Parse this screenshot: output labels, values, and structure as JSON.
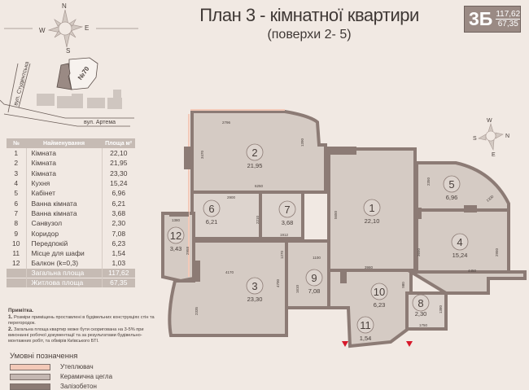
{
  "header": {
    "title": "План 3 - кімнатної квартири",
    "subtitle": "(поверхи 2- 5)"
  },
  "badge": {
    "code": "3Б",
    "total_area": "117,62",
    "living_area": "67,35",
    "color": "#9a8a84"
  },
  "compass_main": {
    "n": "N",
    "s": "S",
    "w": "W",
    "e": "E"
  },
  "compass_plan": {
    "w": "W",
    "n": "N",
    "s": "S",
    "e": "E"
  },
  "site_map": {
    "building": "№70",
    "street_1": "вул. Студентська",
    "street_2": "вул. Артема"
  },
  "table": {
    "headers": [
      "№",
      "Найменування",
      "Площа м²"
    ],
    "rows": [
      {
        "n": "1",
        "name": "Кімната",
        "area": "22,10"
      },
      {
        "n": "2",
        "name": "Кімната",
        "area": "21,95"
      },
      {
        "n": "3",
        "name": "Кімната",
        "area": "23,30"
      },
      {
        "n": "4",
        "name": "Кухня",
        "area": "15,24"
      },
      {
        "n": "5",
        "name": "Кабінет",
        "area": "6,96"
      },
      {
        "n": "6",
        "name": "Ванна кімната",
        "area": "6,21"
      },
      {
        "n": "7",
        "name": "Ванна кімната",
        "area": "3,68"
      },
      {
        "n": "8",
        "name": "Санвузол",
        "area": "2,30"
      },
      {
        "n": "9",
        "name": "Коридор",
        "area": "7,08"
      },
      {
        "n": "10",
        "name": "Передпокій",
        "area": "6,23"
      },
      {
        "n": "11",
        "name": "Місце для шафи",
        "area": "1,54"
      },
      {
        "n": "12",
        "name": "Балкон (k=0,3)",
        "area": "1,03"
      }
    ],
    "total": {
      "label": "Загальна площа",
      "value": "117,62"
    },
    "living": {
      "label": "Житлова площа",
      "value": "67,35"
    }
  },
  "notes": {
    "title": "Примітка.",
    "items": [
      {
        "num": "1.",
        "text": "Розміри приміщень проставлені в будівельних конструкціях стін та перегородок."
      },
      {
        "num": "2.",
        "text": "Загальна площа квартир може бути скоригована на 3-5% при виконанні робочої документації та за результатами будівельно-монтажних робіт, та обмірів Київського БТІ."
      }
    ]
  },
  "legend": {
    "title": "Умовні позначення",
    "items": [
      {
        "label": "Утеплювач",
        "color": "#f3c9b8"
      },
      {
        "label": "Керамична цегла",
        "color": "#c4b7b2"
      },
      {
        "label": "Залізобетон",
        "color": "#8c7b75"
      }
    ]
  },
  "plan": {
    "rooms": [
      {
        "n": "1",
        "area": "22,10"
      },
      {
        "n": "2",
        "area": "21,95"
      },
      {
        "n": "3",
        "area": "23,30"
      },
      {
        "n": "4",
        "area": "15,24"
      },
      {
        "n": "5",
        "area": "6,96"
      },
      {
        "n": "6",
        "area": "6,21"
      },
      {
        "n": "7",
        "area": "3,68"
      },
      {
        "n": "8",
        "area": "2,30"
      },
      {
        "n": "9",
        "area": "7,08"
      },
      {
        "n": "10",
        "area": "6,23"
      },
      {
        "n": "11",
        "area": "1,54"
      },
      {
        "n": "12",
        "area": "3,43"
      }
    ],
    "dims": {
      "d2796": "2796",
      "d1390": "1390",
      "d3470": "3470",
      "d6250": "6250",
      "d2900": "2900",
      "d2210": "2210",
      "d1912": "1912",
      "d5650": "5650",
      "d2350": "2350",
      "d1330": "1330",
      "d3650": "3650",
      "d2950": "2950",
      "d3980": "3980",
      "d4450": "4450",
      "d1100": "1100",
      "d4170": "4170",
      "d1270": "1270",
      "d4700": "4700",
      "d1610": "1610",
      "d2335": "2335",
      "d1380a": "1380",
      "d2958": "2958",
      "d1750": "1750",
      "d1380b": "1380",
      "d980": "980"
    },
    "colors": {
      "floor": "#d5cbc4",
      "wall": "#8c7b75",
      "brick": "#c4b7b2",
      "insulation": "#f3c9b8",
      "entrance": "#d7182a"
    }
  }
}
